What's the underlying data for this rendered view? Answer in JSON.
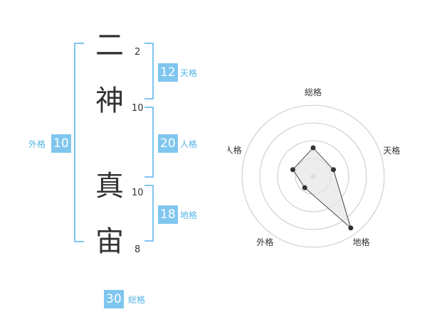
{
  "name": {
    "chars": [
      {
        "char": "二",
        "strokes": "2"
      },
      {
        "char": "神",
        "strokes": "10"
      },
      {
        "char": "真",
        "strokes": "10"
      },
      {
        "char": "宙",
        "strokes": "8"
      }
    ]
  },
  "fortunes": {
    "tenkaku": {
      "value": "12",
      "label": "天格"
    },
    "jinkaku": {
      "value": "20",
      "label": "人格"
    },
    "chikaku": {
      "value": "18",
      "label": "地格"
    },
    "gaikaku": {
      "value": "10",
      "label": "外格"
    },
    "soukaku": {
      "value": "30",
      "label": "総格"
    }
  },
  "chart_data": {
    "type": "radar",
    "axes": [
      "総格",
      "天格",
      "地格",
      "外格",
      "人格"
    ],
    "series": [
      {
        "values": [
          0.4,
          0.3,
          0.9,
          0.2,
          0.3
        ]
      }
    ],
    "rings": 4,
    "colors": {
      "line": "#333333",
      "fill": "#e6e6e6",
      "grid": "#bbbbbb",
      "point": "#333333"
    }
  },
  "colors": {
    "accent": "#7fc6ef",
    "accent_text": "#56b4e6"
  }
}
